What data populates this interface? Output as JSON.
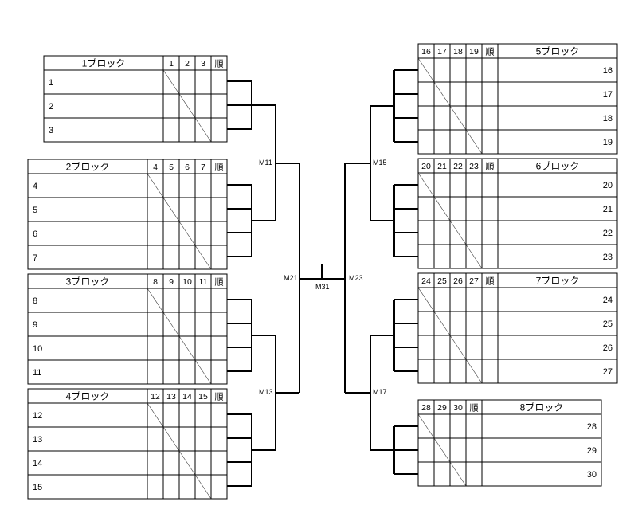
{
  "rank_label": "順",
  "blocks": [
    {
      "name": "1ブロック",
      "players": [
        "1",
        "2",
        "3"
      ]
    },
    {
      "name": "2ブロック",
      "players": [
        "4",
        "5",
        "6",
        "7"
      ]
    },
    {
      "name": "3ブロック",
      "players": [
        "8",
        "9",
        "10",
        "11"
      ]
    },
    {
      "name": "4ブロック",
      "players": [
        "12",
        "13",
        "14",
        "15"
      ]
    },
    {
      "name": "5ブロック",
      "players": [
        "16",
        "17",
        "18",
        "19"
      ]
    },
    {
      "name": "6ブロック",
      "players": [
        "20",
        "21",
        "22",
        "23"
      ]
    },
    {
      "name": "7ブロック",
      "players": [
        "24",
        "25",
        "26",
        "27"
      ]
    },
    {
      "name": "8ブロック",
      "players": [
        "28",
        "29",
        "30"
      ]
    }
  ],
  "matches": {
    "m11": "M11",
    "m13": "M13",
    "m15": "M15",
    "m17": "M17",
    "m21": "M21",
    "m23": "M23",
    "m31": "M31"
  },
  "colors": {
    "line": "#000000",
    "thin_line": "#333333",
    "background": "#ffffff"
  }
}
